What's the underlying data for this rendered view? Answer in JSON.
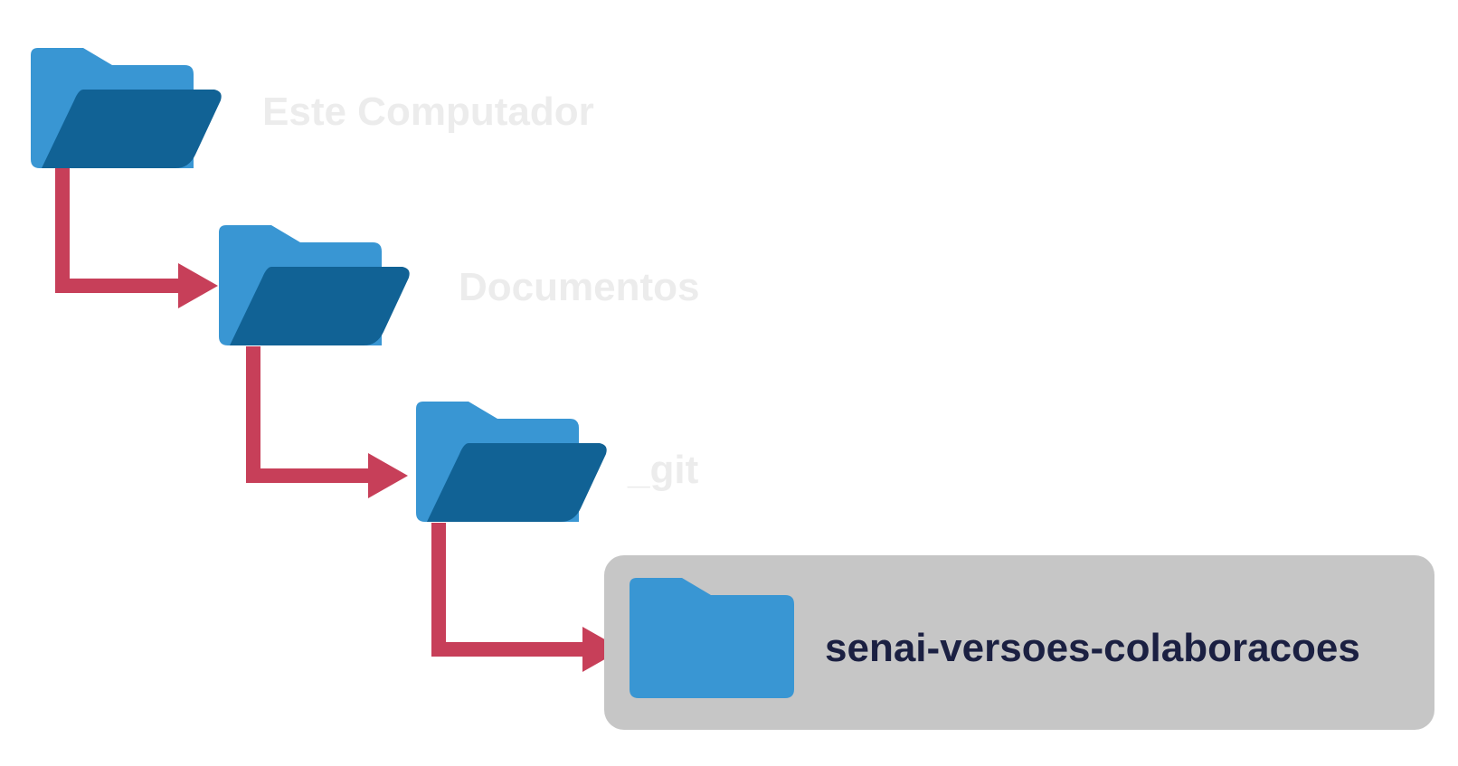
{
  "colors": {
    "folder_back": "#3996d3",
    "folder_front": "#116295",
    "connector": "#c73f59",
    "label_dim": "#ececec",
    "label_active": "#1b2042",
    "highlight_bg": "#c6c6c6"
  },
  "tree": [
    {
      "label": "Este Computador",
      "icon": "folder-open-icon",
      "state": "ancestor"
    },
    {
      "label": "Documentos",
      "icon": "folder-open-icon",
      "state": "ancestor"
    },
    {
      "label": "_git",
      "icon": "folder-open-icon",
      "state": "ancestor"
    },
    {
      "label": "senai-versoes-colaboracoes",
      "icon": "folder-closed-icon",
      "state": "current"
    }
  ]
}
